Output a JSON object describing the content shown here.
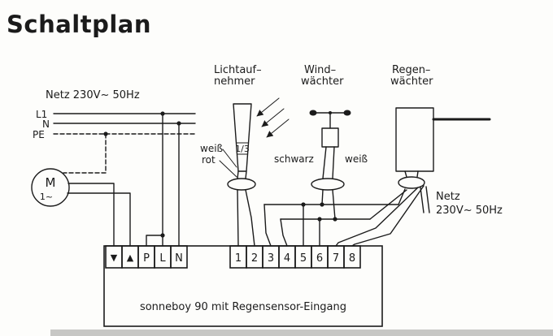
{
  "title": "Schaltplan",
  "colors": {
    "title_accent": "#ee7420",
    "ink": "#1b1b1b",
    "paper": "#fdfdfb"
  },
  "power": {
    "left_label": "Netz 230V~ 50Hz",
    "lines": [
      "L1",
      "N",
      "PE"
    ],
    "right_label_line1": "Netz",
    "right_label_line2": "230V~ 50Hz"
  },
  "motor": {
    "symbol": "M",
    "phase": "1~"
  },
  "sensors": {
    "light": {
      "label_line1": "Lichtauf–",
      "label_line2": "nehmer",
      "wire_label_1": "weiß",
      "wire_label_2": "rot",
      "marking": "1/3"
    },
    "wind": {
      "label_line1": "Wind–",
      "label_line2": "wächter",
      "wire_label_1": "schwarz",
      "wire_label_2": "weiß"
    },
    "rain": {
      "label_line1": "Regen–",
      "label_line2": "wächter"
    }
  },
  "terminal_block": {
    "left_terminals": [
      "▼",
      "▲",
      "P",
      "L",
      "N"
    ],
    "numbered_terminals": [
      "1",
      "2",
      "3",
      "4",
      "5",
      "6",
      "7",
      "8"
    ],
    "device_label": "sonneboy 90 mit Regensensor-Eingang"
  }
}
